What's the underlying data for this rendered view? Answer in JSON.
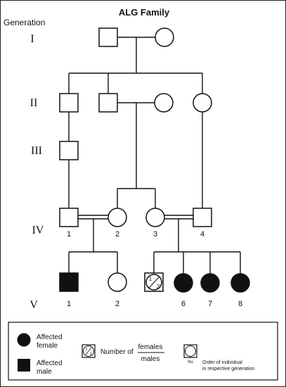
{
  "title": "ALG Family",
  "generation_label": "Generation",
  "generations": [
    "I",
    "II",
    "III",
    "IV",
    "V"
  ],
  "individual_numbers": {
    "iv_1": "1",
    "iv_2": "2",
    "iv_3": "3",
    "iv_4": "4",
    "v_1": "1",
    "v_2": "2",
    "v_6": "6",
    "v_7": "7",
    "v_8": "8"
  },
  "count_symbol_text": "1/2",
  "legend": {
    "affected_female": [
      "Affected",
      "female"
    ],
    "affected_male": [
      "Affected",
      "male"
    ],
    "number_of": "Number of",
    "fraction_numerator": "females",
    "fraction_denominator": "males",
    "fraction_icon_text": "2/3",
    "order_icon_text": "No",
    "order_text": [
      "Order of individual",
      "in respective generation"
    ]
  },
  "colors": {
    "line": "#111111",
    "affected_fill": "#111111",
    "unaffected_fill": "#ffffff"
  }
}
